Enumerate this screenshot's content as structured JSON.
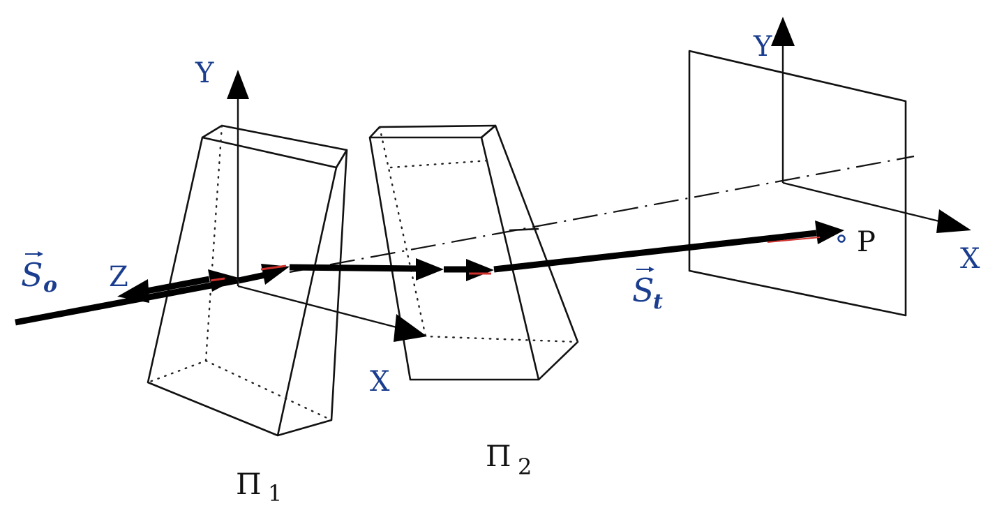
{
  "labels": {
    "input_vector": "S",
    "input_subscript": "o",
    "output_vector": "S",
    "output_subscript": "t",
    "prism1_z": "Z",
    "prism1_y": "Y",
    "prism1_x": "X",
    "screen_y": "Y",
    "screen_x": "X",
    "point": "P",
    "prism1_name": "Π",
    "prism1_index": "1",
    "prism2_name": "Π",
    "prism2_index": "2"
  },
  "colors": {
    "label_blue": "#1a3d8f",
    "line": "#111111",
    "beam_accent": "#d0312d"
  }
}
